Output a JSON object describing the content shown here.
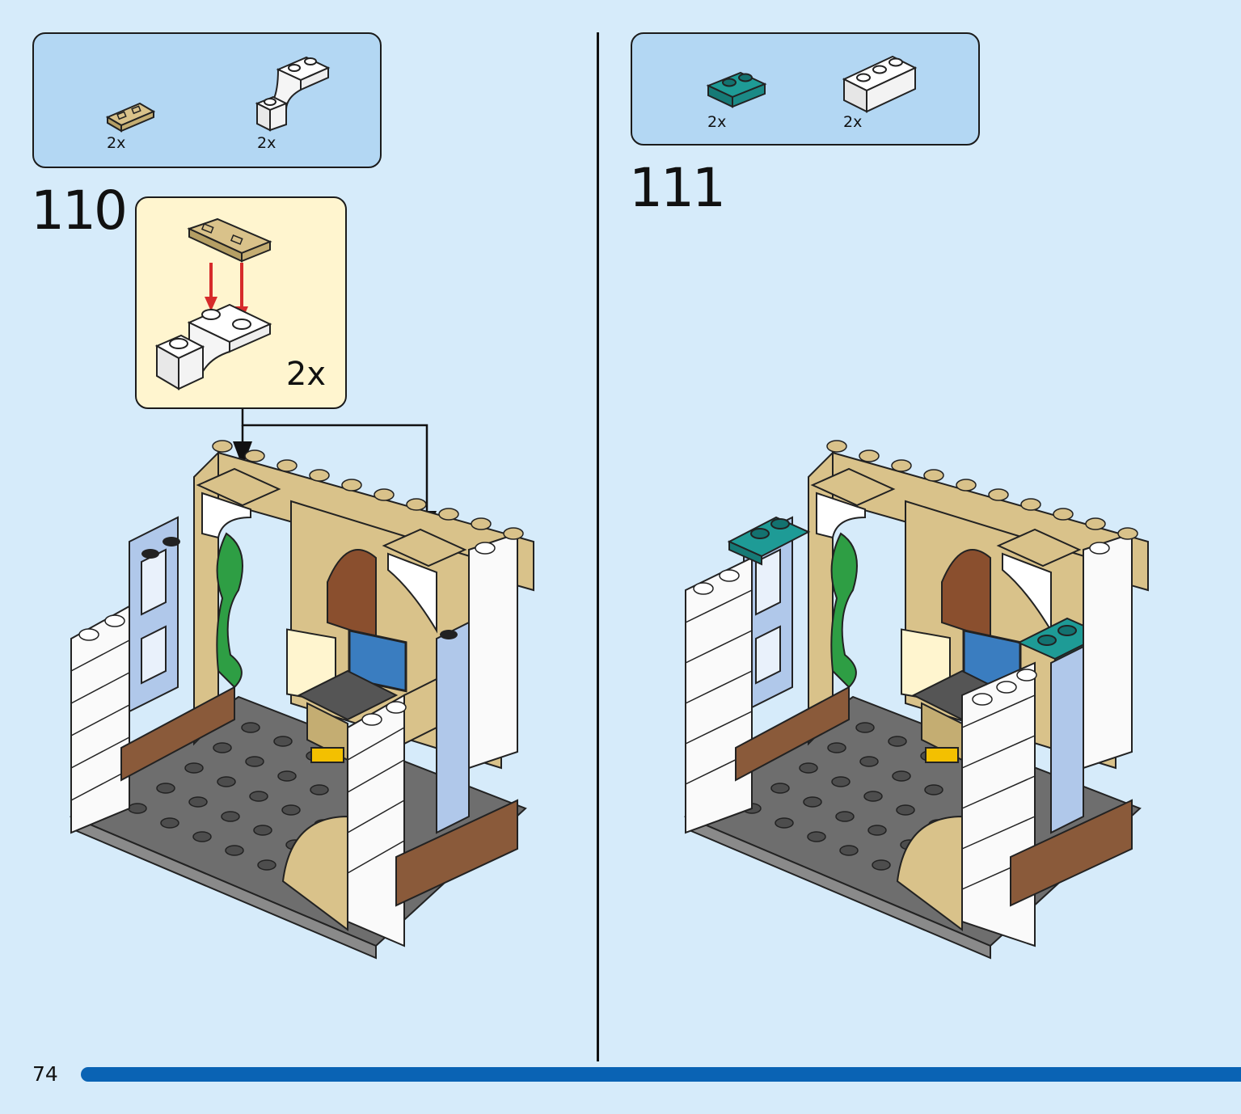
{
  "colors": {
    "page_bg": "#d6ebfa",
    "parts_box": "#b3d7f3",
    "callout_bg": "#fff5cf",
    "progress_bar": "#0a63b4",
    "arrow_red": "#d62b2b"
  },
  "step_110": {
    "number": "110",
    "parts": [
      {
        "name": "tile-1x2-tan-icon",
        "qty": "2x"
      },
      {
        "name": "bracket-white-icon",
        "qty": "2x"
      }
    ],
    "callout_qty": "2x"
  },
  "step_111": {
    "number": "111",
    "parts": [
      {
        "name": "plate-1x2-teal-icon",
        "qty": "2x"
      },
      {
        "name": "brick-1x3-white-icon",
        "qty": "2x"
      }
    ]
  },
  "footer": {
    "page_number": "74",
    "progress": 1.0
  }
}
